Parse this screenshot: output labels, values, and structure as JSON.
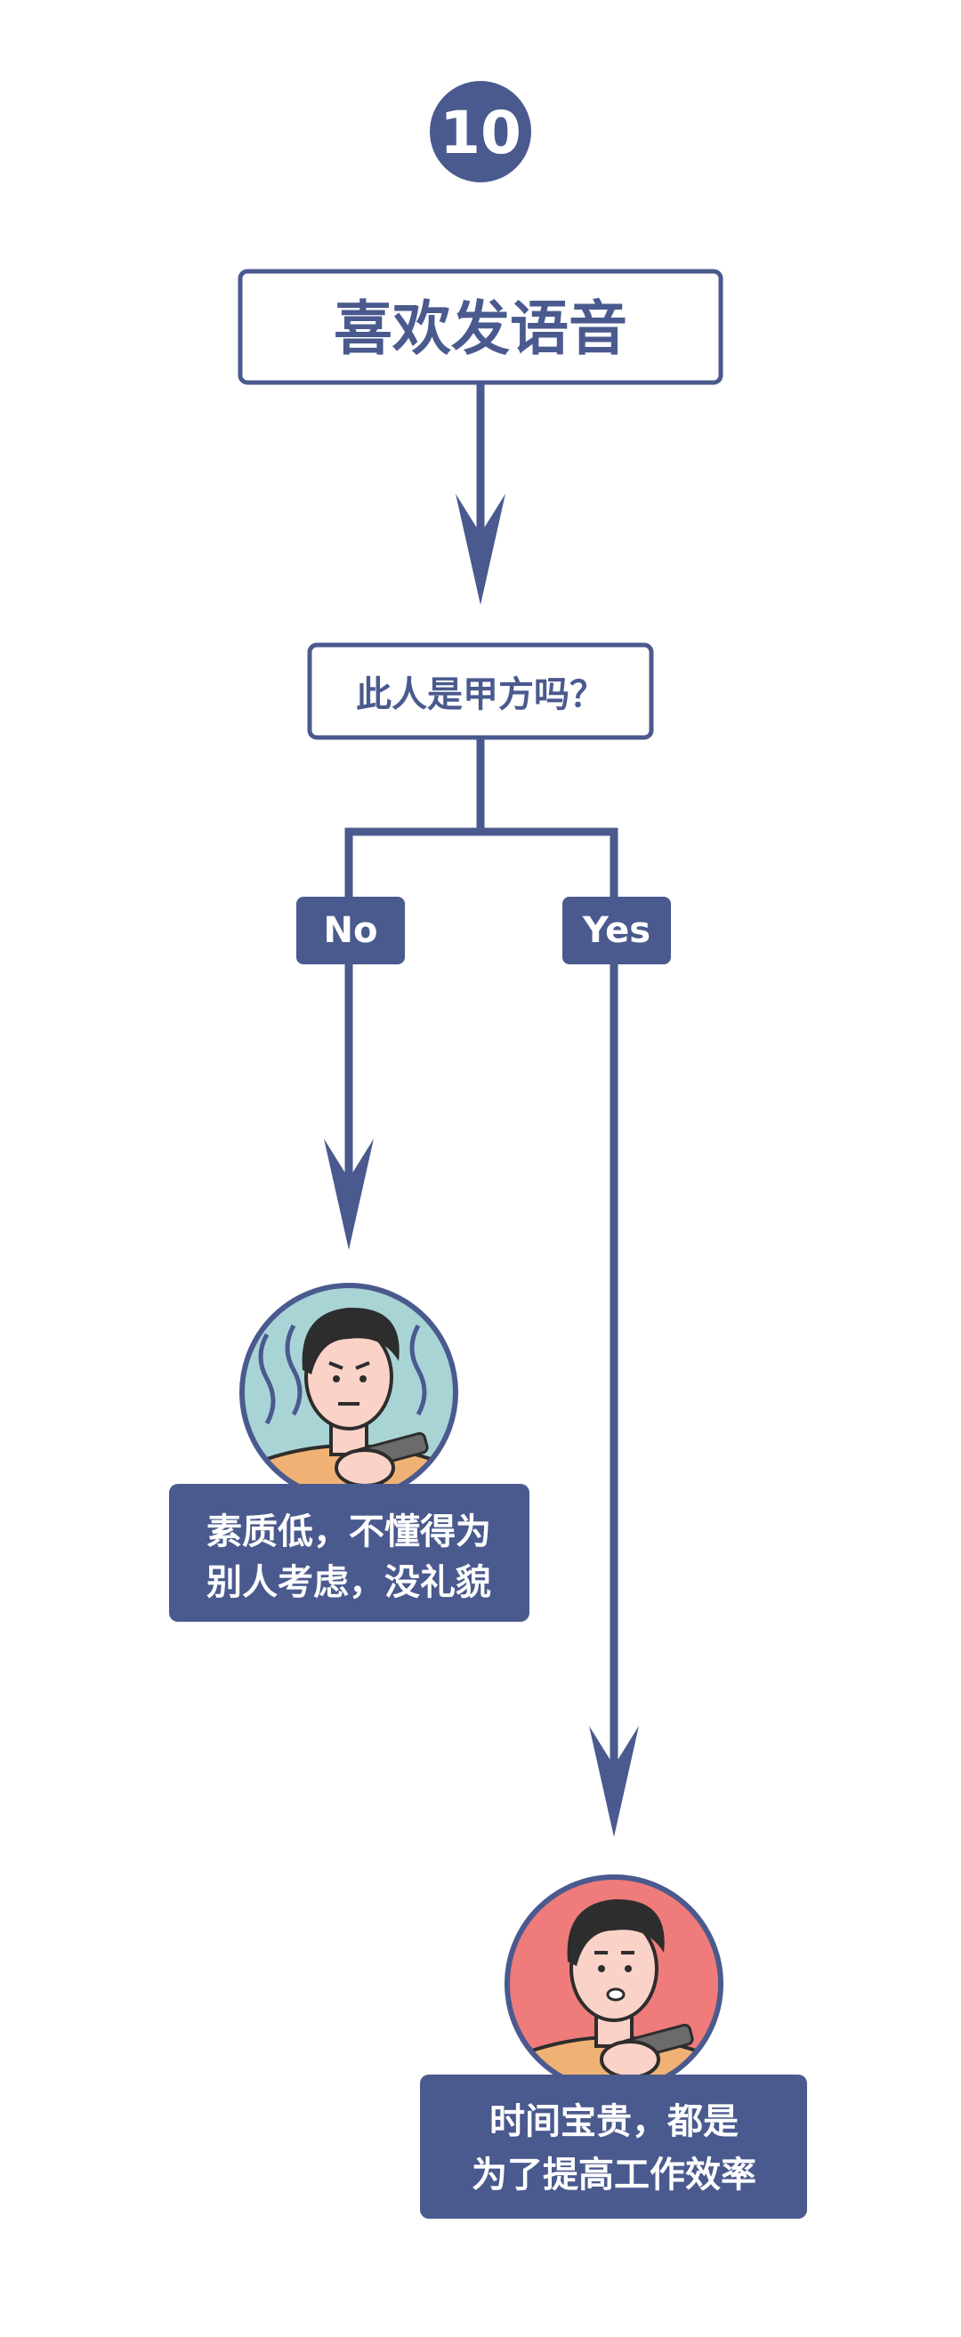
{
  "step_number": "10",
  "title": "喜欢发语音",
  "question": "此人是甲方吗？",
  "branch_no": {
    "label": "No",
    "outcome_line1": "素质低，不懂得为",
    "outcome_line2": "别人考虑，没礼貌",
    "avatar_bg": "#a9d4d6"
  },
  "branch_yes": {
    "label": "Yes",
    "outcome_line1": "时间宝贵，都是",
    "outcome_line2": "为了提高工作效率",
    "avatar_bg": "#ef7b7b"
  },
  "colors": {
    "navy": "#4a5a8e",
    "white": "#ffffff",
    "skin": "#fbd2c8",
    "shirt": "#f0b274",
    "hair": "#2d2d2d"
  }
}
